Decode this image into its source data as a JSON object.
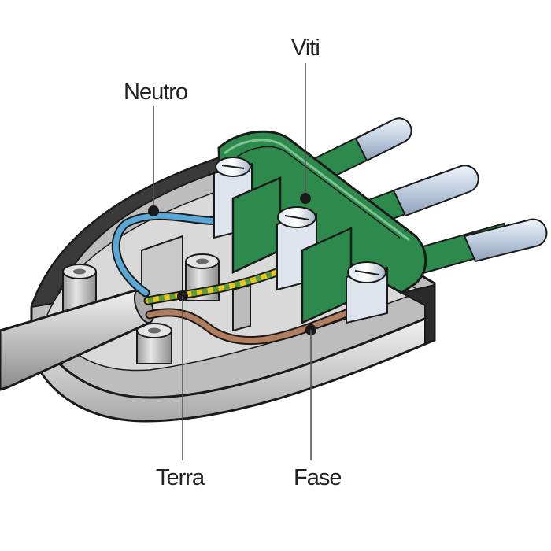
{
  "labels": {
    "neutro": "Neutro",
    "viti": "Viti",
    "terra": "Terra",
    "fase": "Fase"
  },
  "colors": {
    "neutral_wire": "#5aa8d8",
    "earth_wire_green": "#5c9a3c",
    "earth_wire_yellow": "#e8c81c",
    "phase_wire": "#b07e5e",
    "terminal_block": "#2e8a4c",
    "pin_metal": "#c8d6e8",
    "pin_insulation": "#2e8a4c",
    "housing": "#d8d8d8",
    "housing_dark": "#3a3a3a"
  }
}
